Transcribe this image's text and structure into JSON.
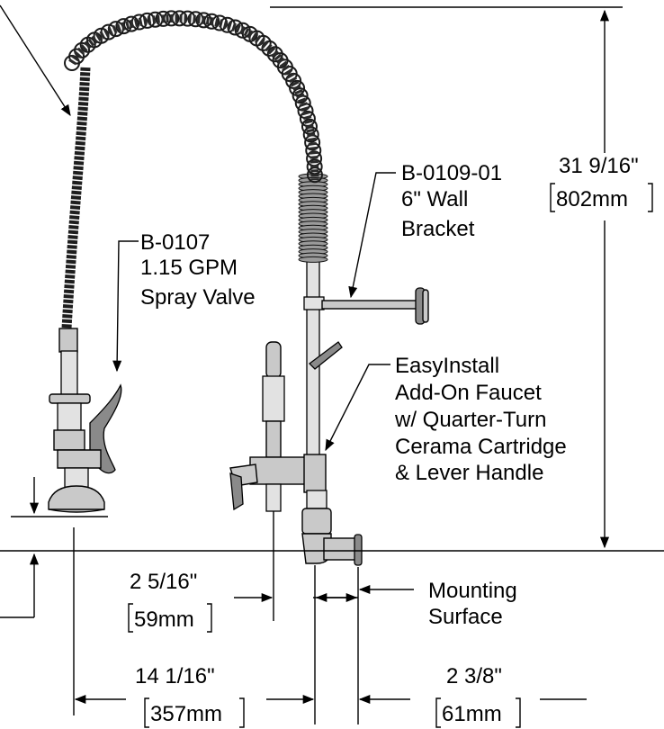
{
  "callouts": {
    "wall_bracket": {
      "part": "B-0109-01",
      "line2": "6\" Wall",
      "line3": "Bracket"
    },
    "spray_valve": {
      "part": "B-0107",
      "line2": "1.15 GPM",
      "line3": "Spray Valve"
    },
    "add_on_faucet": {
      "line1": "EasyInstall",
      "line2": "Add-On Faucet",
      "line3": "w/ Quarter-Turn",
      "line4": "Cerama Cartridge",
      "line5": "& Lever Handle"
    },
    "mounting_surface": {
      "line1": "Mounting",
      "line2": "Surface"
    }
  },
  "dimensions": {
    "height": {
      "imperial": "31 9/16\"",
      "metric": "802mm"
    },
    "faucet_offset": {
      "imperial": "2 5/16\"",
      "metric": "59mm"
    },
    "spray_reach": {
      "imperial": "14 1/16\"",
      "metric": "357mm"
    },
    "wall_depth": {
      "imperial": "2 3/8\"",
      "metric": "61mm"
    }
  }
}
